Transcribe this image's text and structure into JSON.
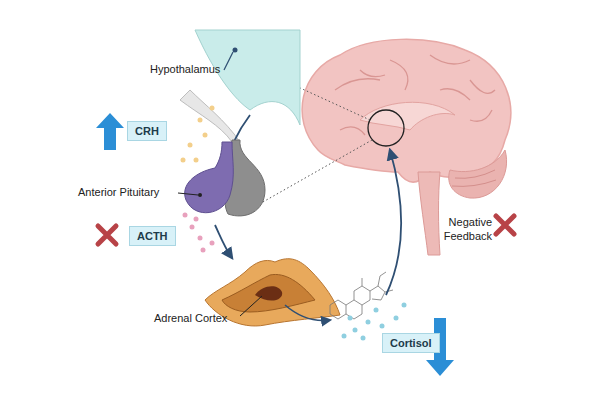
{
  "diagram": {
    "nodes": [
      {
        "text": [
          "CRH"
        ]
      },
      {
        "text": [
          "ACTH"
        ]
      },
      {
        "text": [
          "Cortisol"
        ]
      }
    ],
    "labels": [
      "Hypothalamus",
      "Anterior Pituitary",
      "Adrenal Cortex",
      "Negative Feedback"
    ]
  }
}
